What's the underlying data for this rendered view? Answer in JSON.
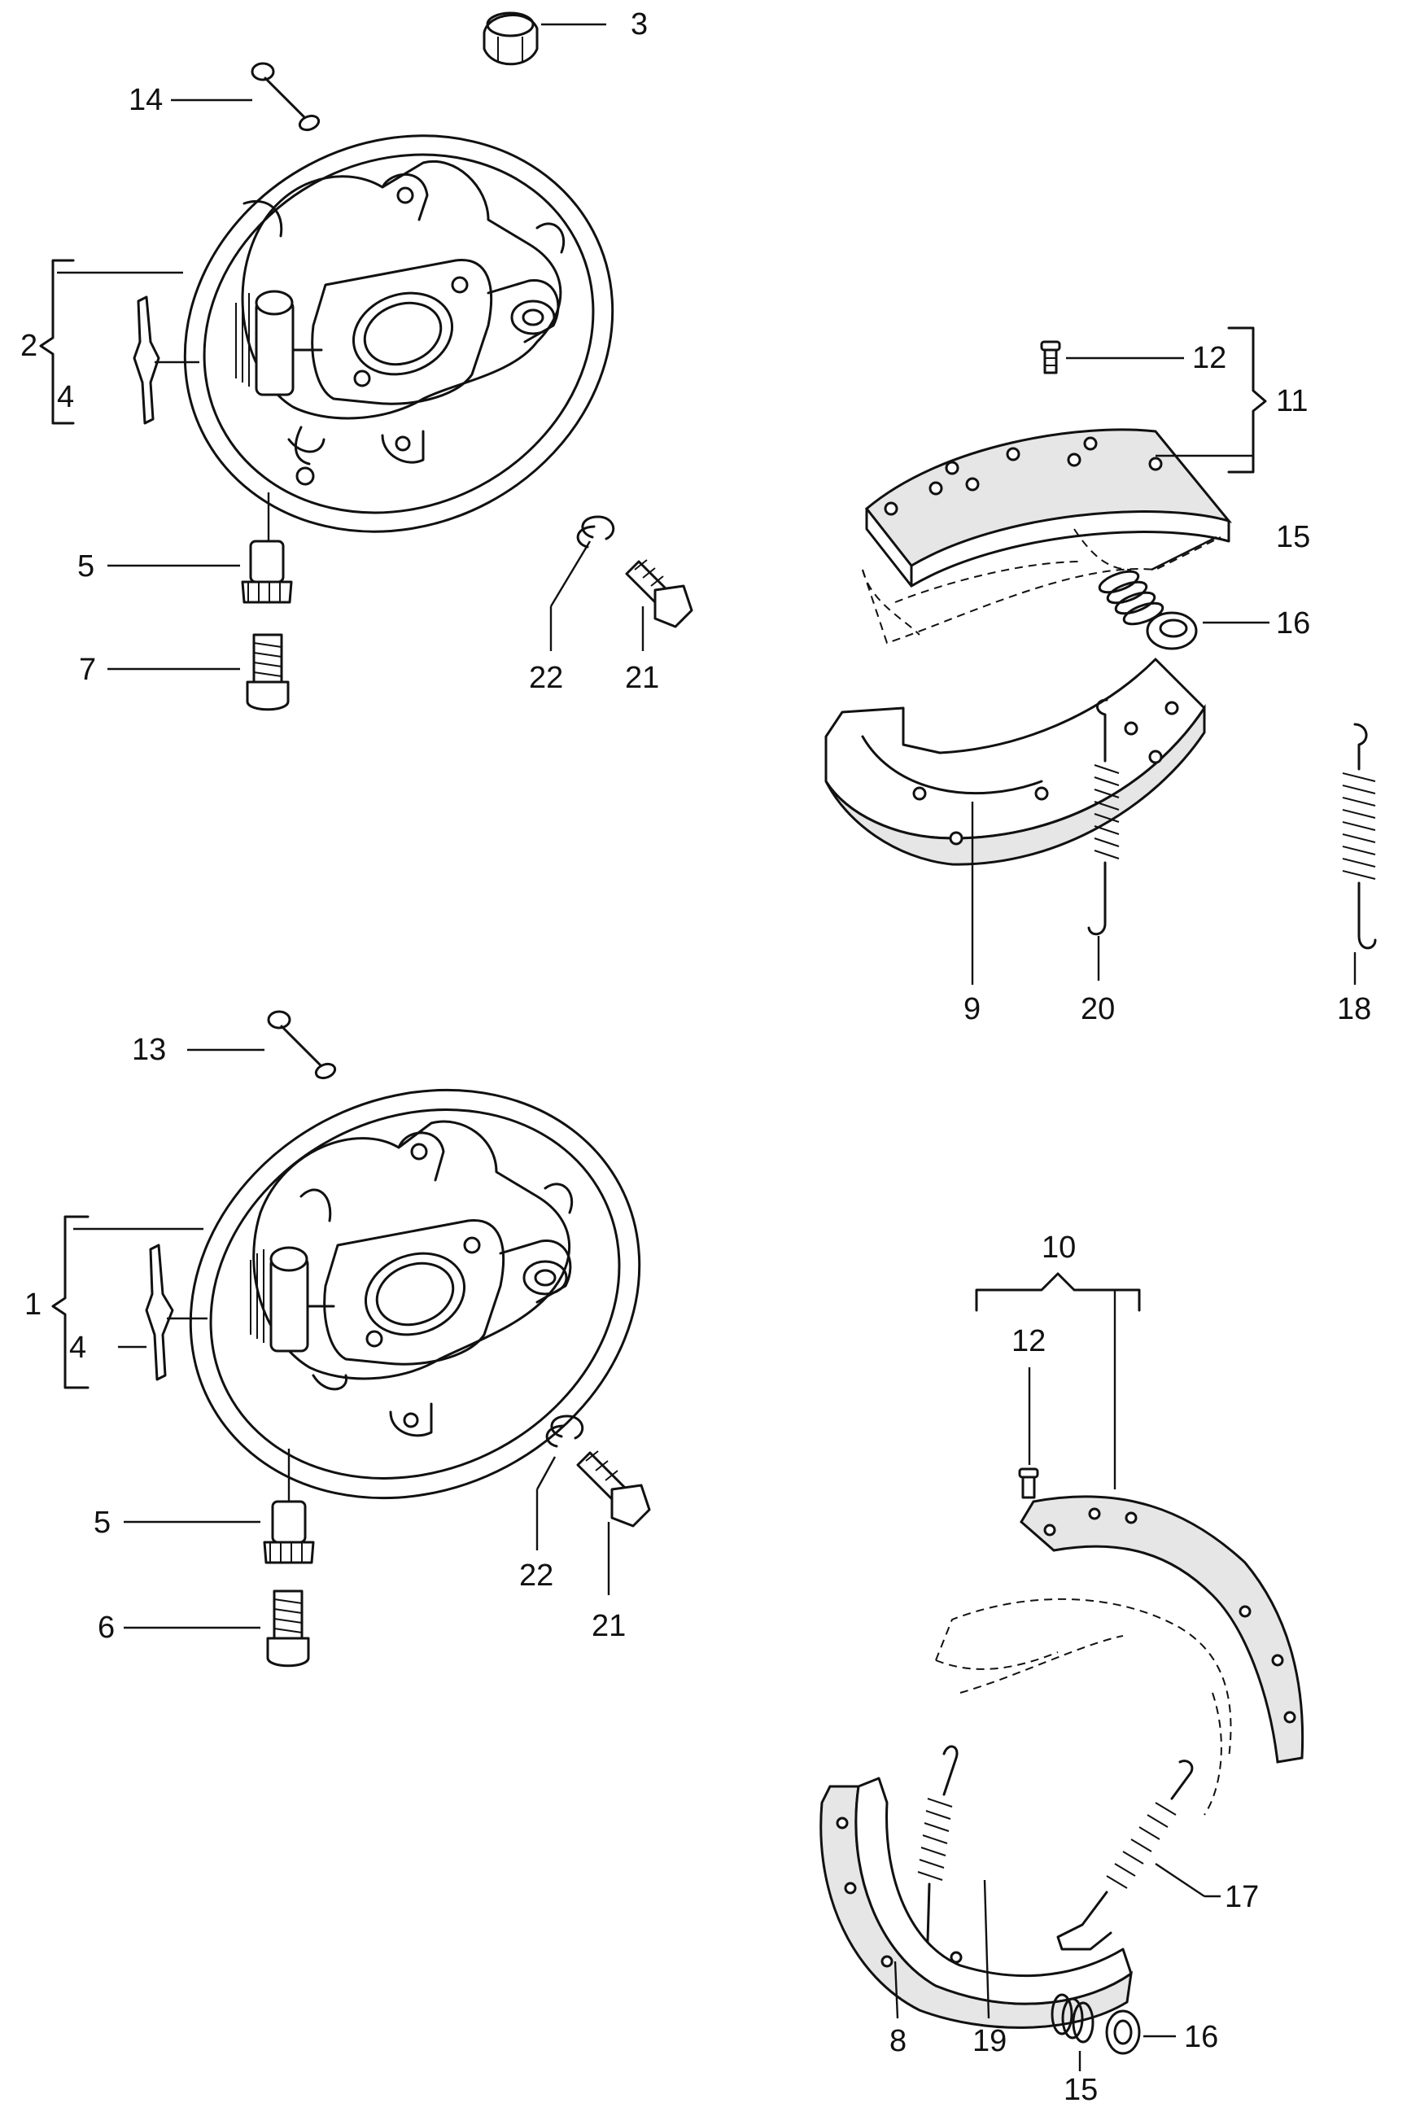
{
  "labels": {
    "l1": "1",
    "l2": "2",
    "l3": "3",
    "l4a": "4",
    "l4b": "4",
    "l5a": "5",
    "l5b": "5",
    "l6": "6",
    "l7": "7",
    "l8": "8",
    "l9": "9",
    "l10": "10",
    "l11": "11",
    "l12a": "12",
    "l12b": "12",
    "l13": "13",
    "l14": "14",
    "l15a": "15",
    "l15b": "15",
    "l16a": "16",
    "l16b": "16",
    "l17": "17",
    "l18": "18",
    "l19": "19",
    "l20": "20",
    "l21a": "21",
    "l21b": "21",
    "l22a": "22",
    "l22b": "22"
  }
}
